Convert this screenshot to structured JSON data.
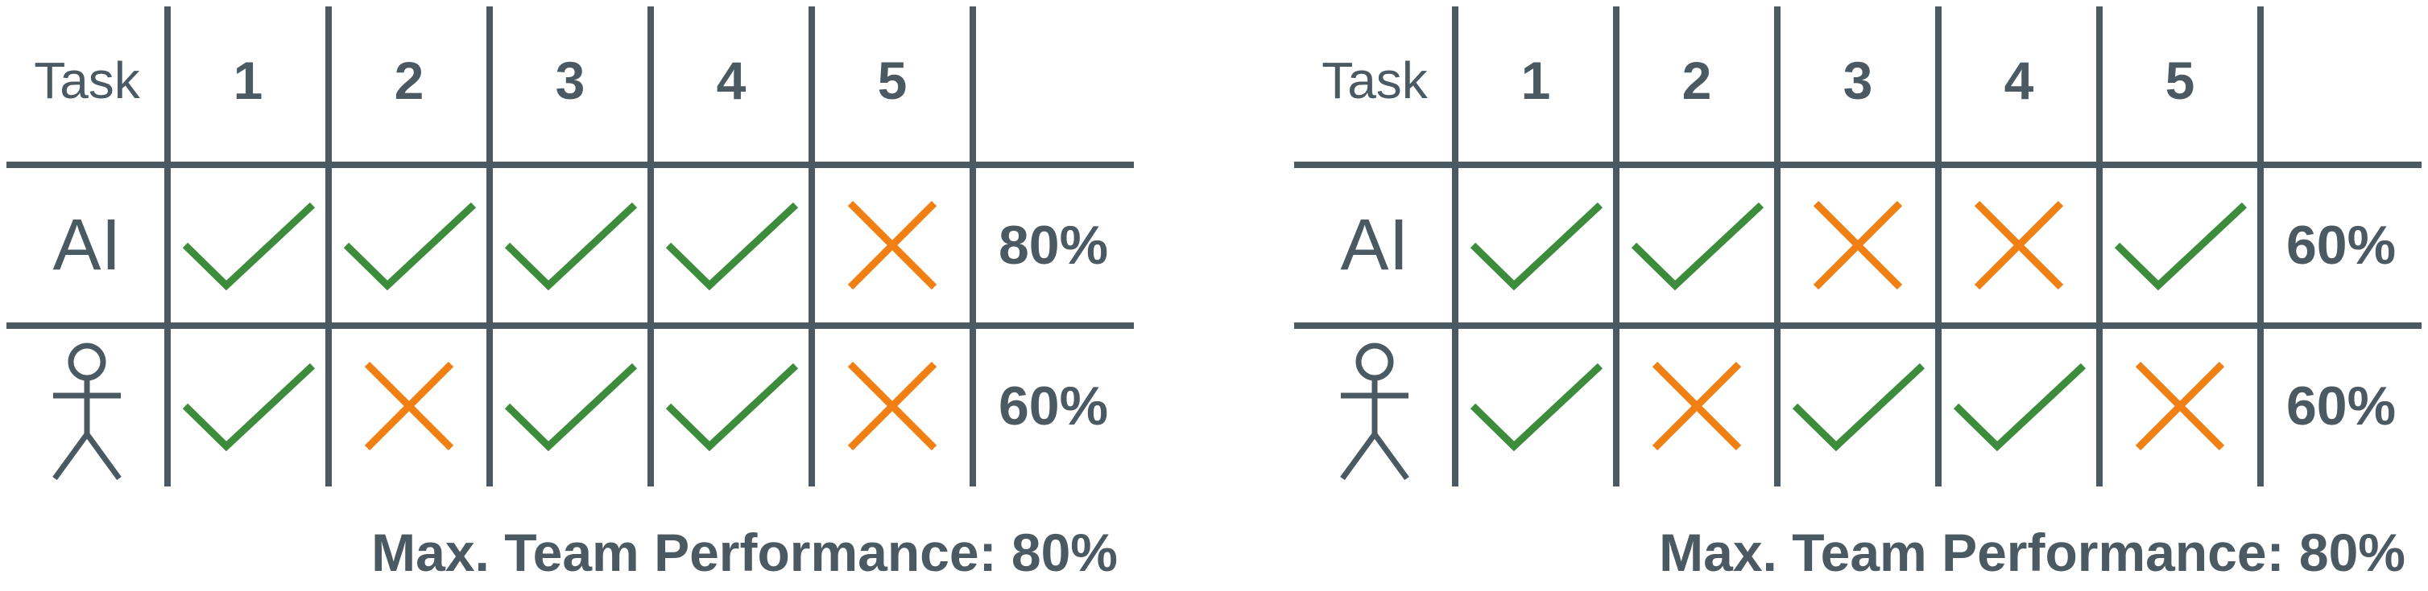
{
  "colors": {
    "grid": "#4a5962",
    "check": "#3c8c3c",
    "cross": "#f07f14",
    "text": "#4a5962"
  },
  "panels": [
    {
      "header_label": "Task",
      "tasks": [
        "1",
        "2",
        "3",
        "4",
        "5"
      ],
      "rows": [
        {
          "label": "AI",
          "icon": "",
          "results": [
            "check",
            "check",
            "check",
            "check",
            "cross"
          ],
          "score": "80%"
        },
        {
          "label": "",
          "icon": "person-icon",
          "results": [
            "check",
            "cross",
            "check",
            "check",
            "cross"
          ],
          "score": "60%"
        }
      ],
      "summary": "Max. Team Performance: 80%"
    },
    {
      "header_label": "Task",
      "tasks": [
        "1",
        "2",
        "3",
        "4",
        "5"
      ],
      "rows": [
        {
          "label": "AI",
          "icon": "",
          "results": [
            "check",
            "check",
            "cross",
            "cross",
            "check"
          ],
          "score": "60%"
        },
        {
          "label": "",
          "icon": "person-icon",
          "results": [
            "check",
            "cross",
            "check",
            "check",
            "cross"
          ],
          "score": "60%"
        }
      ],
      "summary": "Max. Team Performance: 80%"
    }
  ]
}
